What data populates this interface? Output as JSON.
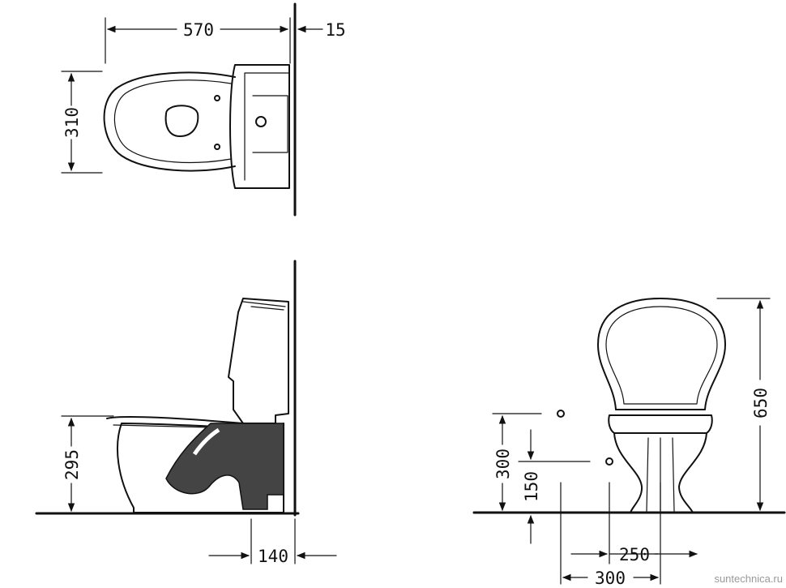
{
  "dimensions": {
    "top_length": "570",
    "wall_gap": "15",
    "top_width": "310",
    "side_height": "295",
    "side_offset": "140",
    "front_height": "650",
    "front_inlet_height": "300",
    "front_inlet_height2": "150",
    "front_span_inner": "250",
    "front_span_outer": "300"
  },
  "watermark": "suntechnica.ru"
}
